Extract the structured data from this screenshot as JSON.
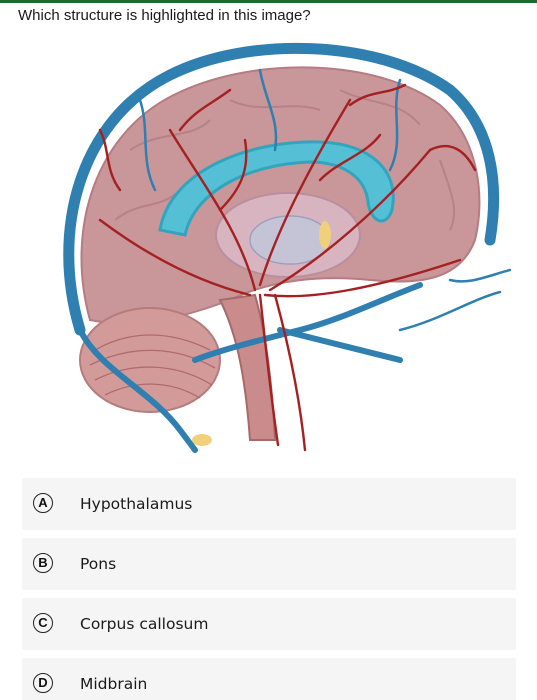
{
  "question": {
    "text": "Which structure is highlighted in this image?"
  },
  "figure": {
    "subject": "brain-sagittal-vasculature-illustration"
  },
  "options": [
    {
      "letter": "A",
      "label": "Hypothalamus"
    },
    {
      "letter": "B",
      "label": "Pons"
    },
    {
      "letter": "C",
      "label": "Corpus callosum"
    },
    {
      "letter": "D",
      "label": "Midbrain"
    }
  ],
  "colors": {
    "accent_bar": "#1e6b2b",
    "option_bg": "#f5f5f5",
    "highlight": "#4fc3d9",
    "artery": "#a52121",
    "vein": "#2f7fb0",
    "cortex": "#c9969a"
  }
}
